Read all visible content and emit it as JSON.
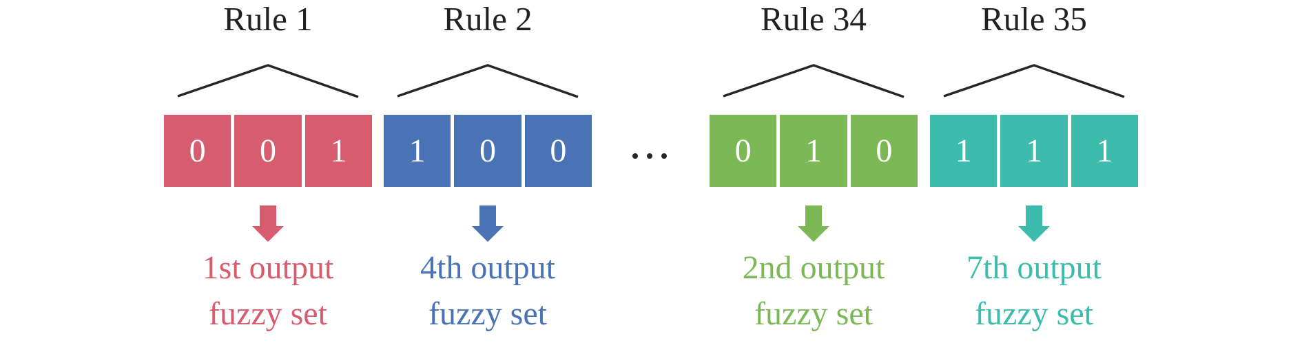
{
  "diagram": {
    "background": "#ffffff",
    "line_color": "#262626",
    "title_color": "#212121",
    "bit_text_color": "#ffffff",
    "ellipsis": "...",
    "groups": [
      {
        "title": "Rule 1",
        "bits": [
          "0",
          "0",
          "1"
        ],
        "color": "#d65c6e",
        "label_line1": "1st output",
        "label_line2": "fuzzy set"
      },
      {
        "title": "Rule 2",
        "bits": [
          "1",
          "0",
          "0"
        ],
        "color": "#4a73b5",
        "label_line1": "4th output",
        "label_line2": "fuzzy set"
      },
      {
        "title": "Rule 34",
        "bits": [
          "0",
          "1",
          "0"
        ],
        "color": "#7cb956",
        "label_line1": "2nd output",
        "label_line2": "fuzzy set"
      },
      {
        "title": "Rule 35",
        "bits": [
          "1",
          "1",
          "1"
        ],
        "color": "#3dbcad",
        "label_line1": "7th output",
        "label_line2": "fuzzy set"
      }
    ]
  }
}
